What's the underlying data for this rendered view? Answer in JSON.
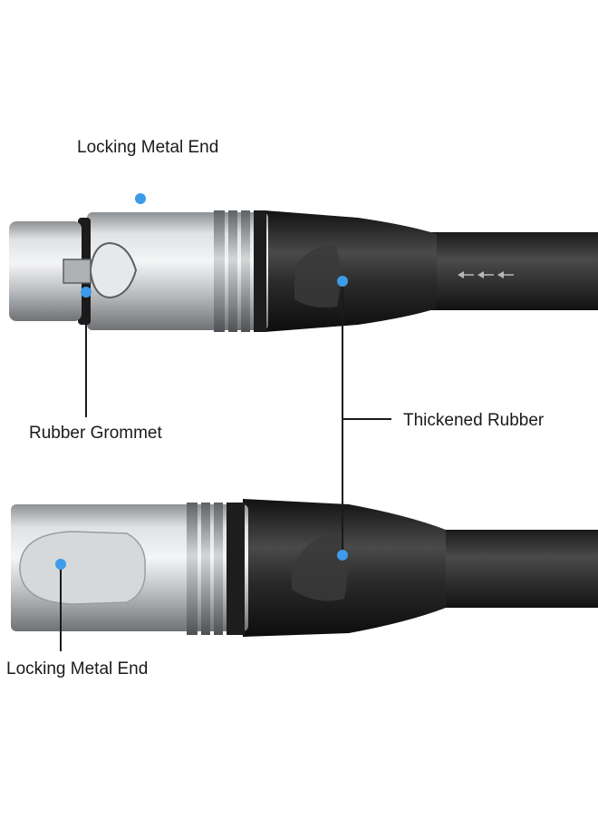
{
  "labels": {
    "top_metal_end": "Locking Metal End",
    "rubber_grommet": "Rubber Grommet",
    "thickened_rubber": "Thickened Rubber",
    "bottom_metal_end": "Locking Metal End"
  },
  "colors": {
    "marker": "#3d9be9",
    "leader_line": "#1a1a1a",
    "cable": "#2b2b2b",
    "rubber_boot": "#262626",
    "metal": "#c9cbcd",
    "background": "#ffffff"
  },
  "icons": {
    "cable_arrows": "left-arrows"
  }
}
